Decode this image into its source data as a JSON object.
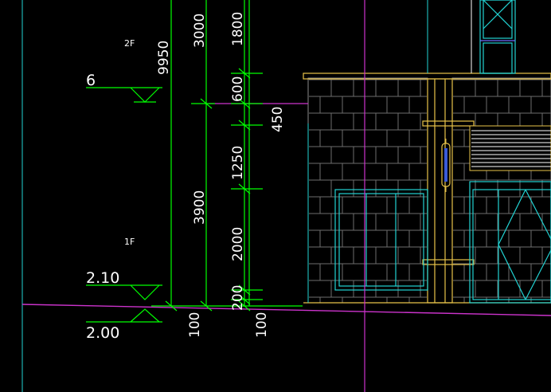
{
  "floors": {
    "upper": "2F",
    "lower": "1F"
  },
  "levels": {
    "top": "6",
    "mid": "2.10",
    "bottom": "2.00"
  },
  "dims": {
    "overall": "9950",
    "upper_storey": "3000",
    "lower_storey": "3900",
    "parapet": "1800",
    "band": "600",
    "band_offset": "450",
    "lintel": "1250",
    "window": "2000",
    "sill": "200",
    "base_left": "100",
    "base_right": "100"
  },
  "colors": {
    "background": "#000000",
    "dimension": "#00ff00",
    "axis": "#cc33cc",
    "facade": "#e8c34a",
    "glass": "#22d3d3",
    "brick": "#8a8a8a",
    "text": "#ffffff"
  }
}
